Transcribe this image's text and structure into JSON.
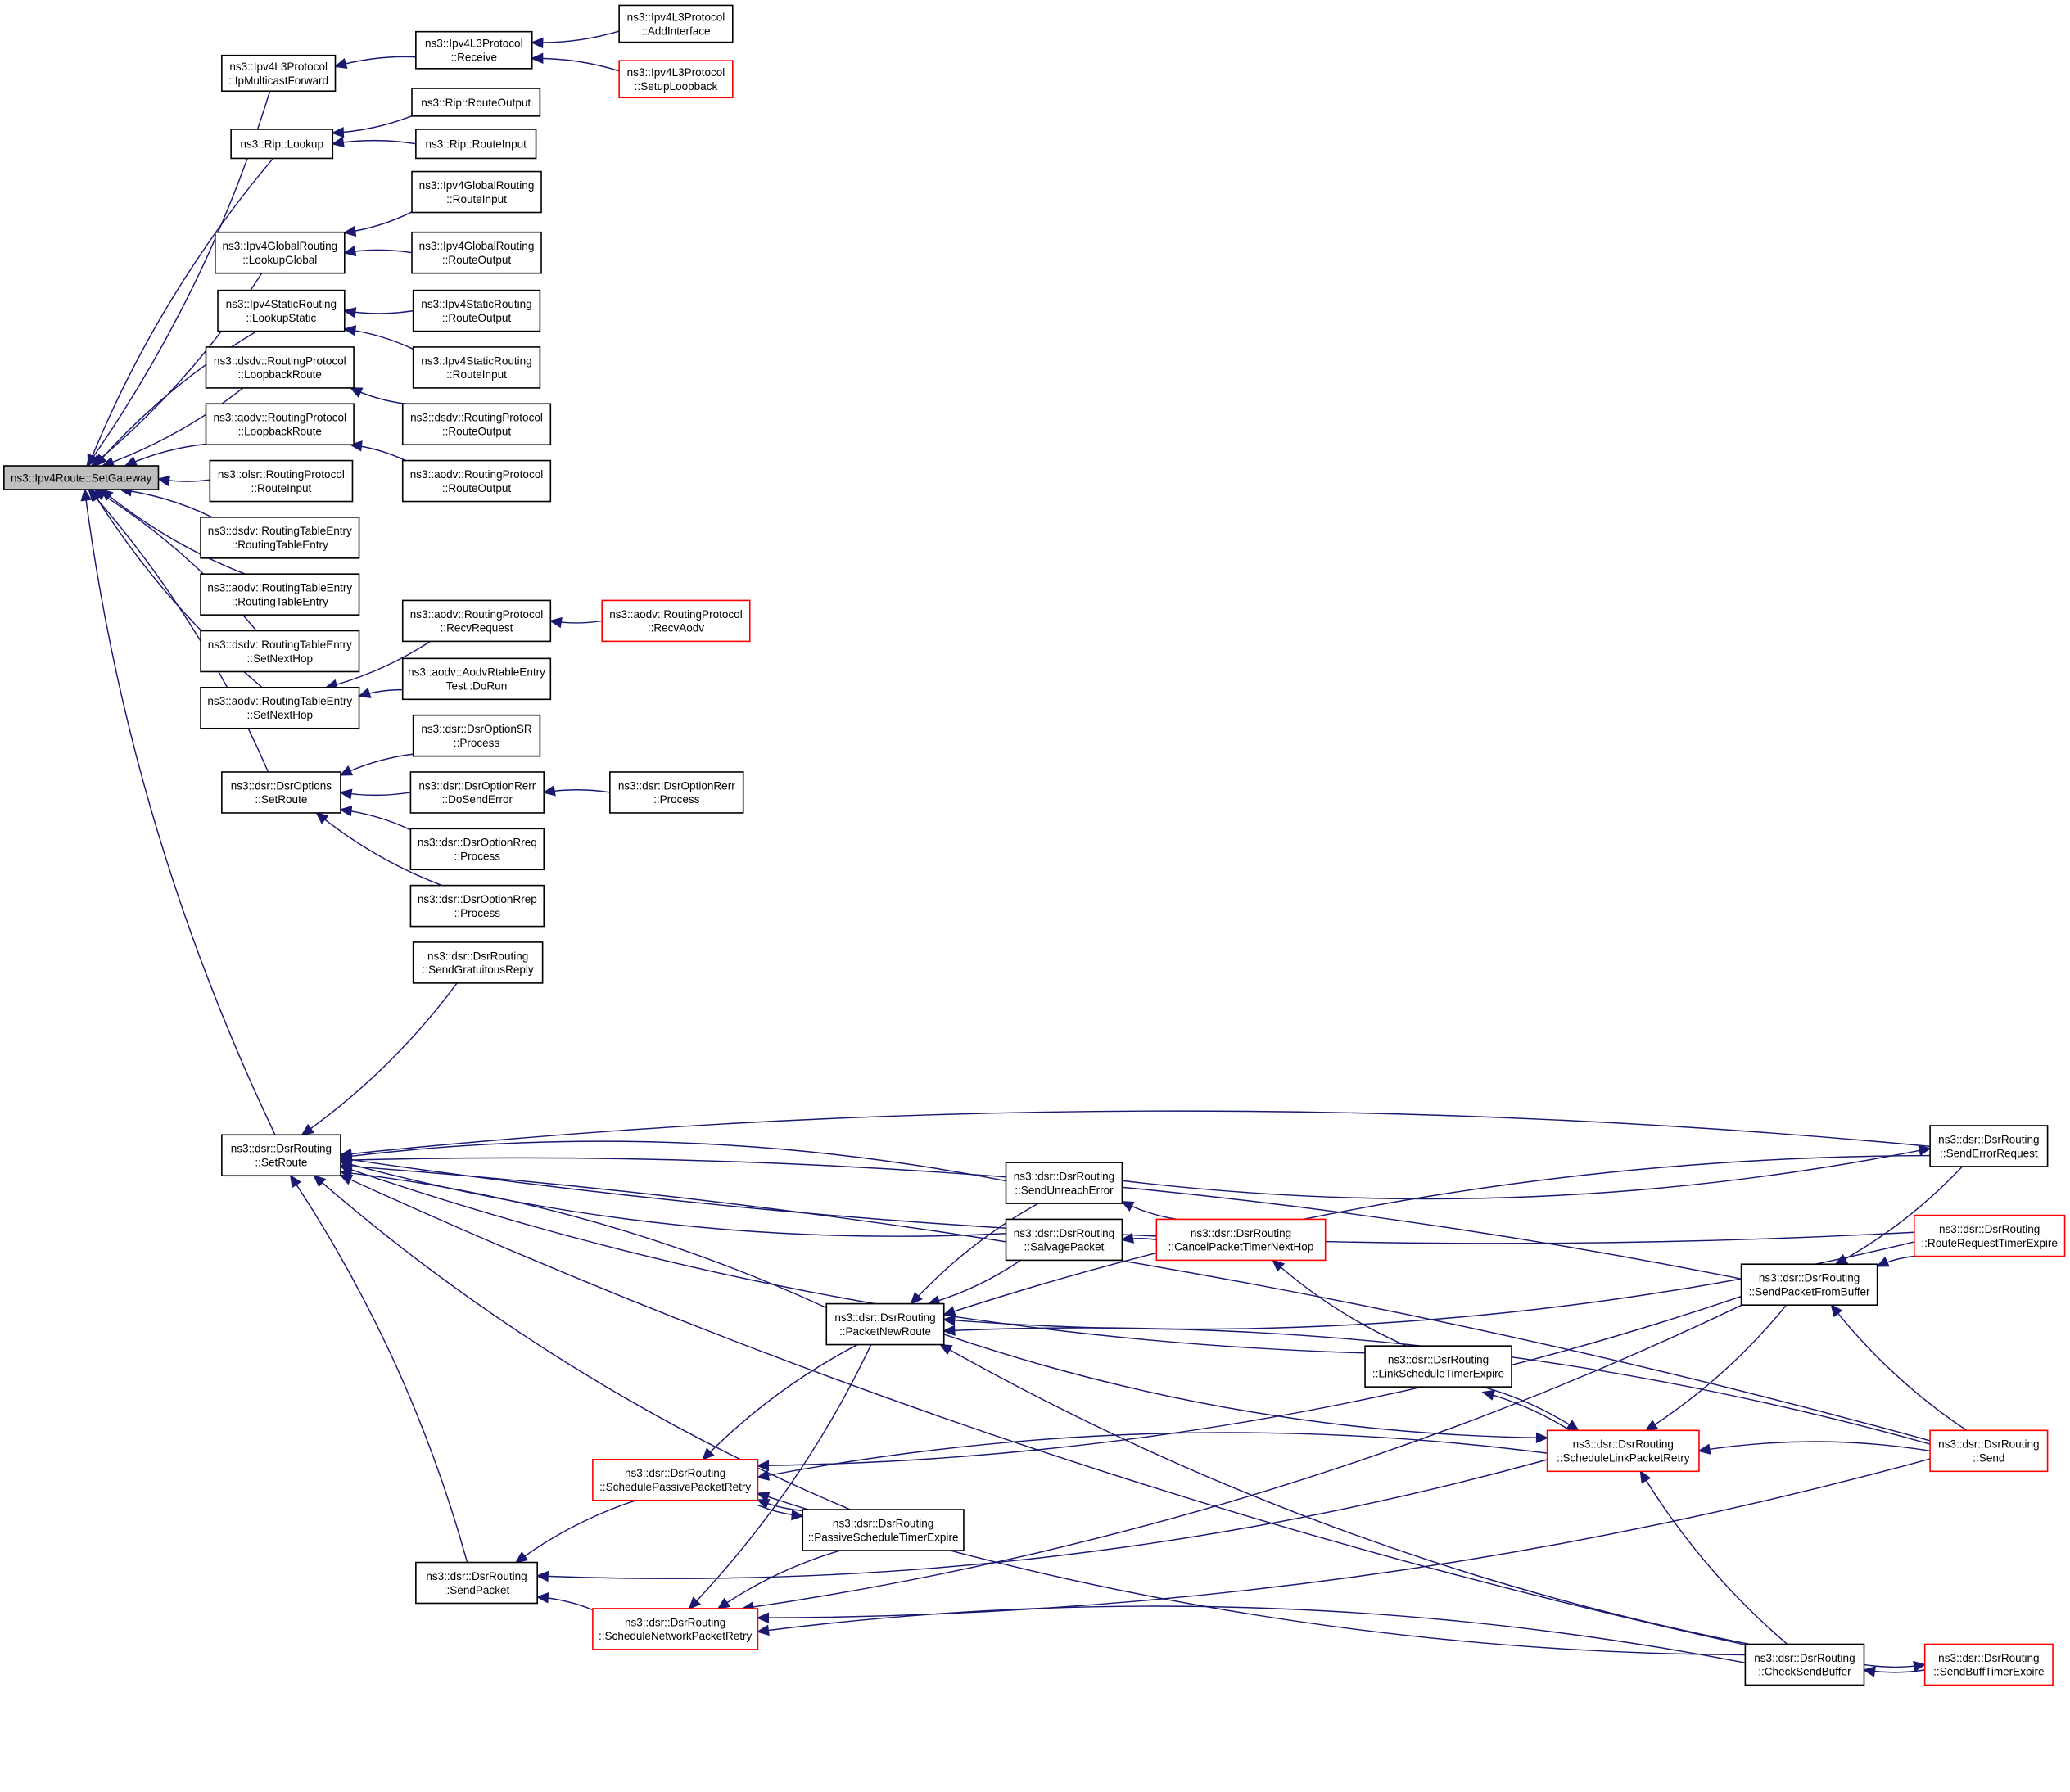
{
  "title": "Caller graph of ns3::Ipv4Route::SetGateway",
  "colors": {
    "edge": "#191970",
    "node_border": "#000000",
    "truncated_border": "#ff0000",
    "focus_fill": "#bfbfbf",
    "node_fill": "#ffffff"
  },
  "nodes": [
    {
      "id": "setgateway",
      "lines": [
        "ns3::Ipv4Route::SetGateway"
      ],
      "style": "focus"
    },
    {
      "id": "ipmulticastforward",
      "lines": [
        "ns3::Ipv4L3Protocol",
        "::IpMulticastForward"
      ],
      "style": "normal"
    },
    {
      "id": "receive",
      "lines": [
        "ns3::Ipv4L3Protocol",
        "::Receive"
      ],
      "style": "normal"
    },
    {
      "id": "addinterface",
      "lines": [
        "ns3::Ipv4L3Protocol",
        "::AddInterface"
      ],
      "style": "normal"
    },
    {
      "id": "setuploopback",
      "lines": [
        "ns3::Ipv4L3Protocol",
        "::SetupLoopback"
      ],
      "style": "truncated"
    },
    {
      "id": "rip-lookup",
      "lines": [
        "ns3::Rip::Lookup"
      ],
      "style": "normal"
    },
    {
      "id": "rip-routeoutput",
      "lines": [
        "ns3::Rip::RouteOutput"
      ],
      "style": "normal"
    },
    {
      "id": "rip-routeinput",
      "lines": [
        "ns3::Rip::RouteInput"
      ],
      "style": "normal"
    },
    {
      "id": "global-routeinput",
      "lines": [
        "ns3::Ipv4GlobalRouting",
        "::RouteInput"
      ],
      "style": "normal"
    },
    {
      "id": "lookupglobal",
      "lines": [
        "ns3::Ipv4GlobalRouting",
        "::LookupGlobal"
      ],
      "style": "normal"
    },
    {
      "id": "global-routeoutput",
      "lines": [
        "ns3::Ipv4GlobalRouting",
        "::RouteOutput"
      ],
      "style": "normal"
    },
    {
      "id": "lookupstatic",
      "lines": [
        "ns3::Ipv4StaticRouting",
        "::LookupStatic"
      ],
      "style": "normal"
    },
    {
      "id": "static-routeoutput",
      "lines": [
        "ns3::Ipv4StaticRouting",
        "::RouteOutput"
      ],
      "style": "normal"
    },
    {
      "id": "static-routeinput",
      "lines": [
        "ns3::Ipv4StaticRouting",
        "::RouteInput"
      ],
      "style": "normal"
    },
    {
      "id": "dsdv-loopbackroute",
      "lines": [
        "ns3::dsdv::RoutingProtocol",
        "::LoopbackRoute"
      ],
      "style": "normal"
    },
    {
      "id": "dsdv-routeoutput",
      "lines": [
        "ns3::dsdv::RoutingProtocol",
        "::RouteOutput"
      ],
      "style": "normal"
    },
    {
      "id": "aodv-loopbackroute",
      "lines": [
        "ns3::aodv::RoutingProtocol",
        "::LoopbackRoute"
      ],
      "style": "normal"
    },
    {
      "id": "aodv-routeoutput",
      "lines": [
        "ns3::aodv::RoutingProtocol",
        "::RouteOutput"
      ],
      "style": "normal"
    },
    {
      "id": "olsr-routeinput",
      "lines": [
        "ns3::olsr::RoutingProtocol",
        "::RouteInput"
      ],
      "style": "normal"
    },
    {
      "id": "dsdv-rte-ctor",
      "lines": [
        "ns3::dsdv::RoutingTableEntry",
        "::RoutingTableEntry"
      ],
      "style": "normal"
    },
    {
      "id": "aodv-rte-ctor",
      "lines": [
        "ns3::aodv::RoutingTableEntry",
        "::RoutingTableEntry"
      ],
      "style": "normal"
    },
    {
      "id": "dsdv-setnexthop",
      "lines": [
        "ns3::dsdv::RoutingTableEntry",
        "::SetNextHop"
      ],
      "style": "normal"
    },
    {
      "id": "aodv-setnexthop",
      "lines": [
        "ns3::aodv::RoutingTableEntry",
        "::SetNextHop"
      ],
      "style": "normal"
    },
    {
      "id": "recvrequest",
      "lines": [
        "ns3::aodv::RoutingProtocol",
        "::RecvRequest"
      ],
      "style": "normal"
    },
    {
      "id": "recvaodv",
      "lines": [
        "ns3::aodv::RoutingProtocol",
        "::RecvAodv"
      ],
      "style": "truncated"
    },
    {
      "id": "aodvrtableentrytest",
      "lines": [
        "ns3::aodv::AodvRtableEntry",
        "Test::DoRun"
      ],
      "style": "normal"
    },
    {
      "id": "dsroptionsr-process",
      "lines": [
        "ns3::dsr::DsrOptionSR",
        "::Process"
      ],
      "style": "normal"
    },
    {
      "id": "dsroptions-setroute",
      "lines": [
        "ns3::dsr::DsrOptions",
        "::SetRoute"
      ],
      "style": "normal"
    },
    {
      "id": "dosenderror",
      "lines": [
        "ns3::dsr::DsrOptionRerr",
        "::DoSendError"
      ],
      "style": "normal"
    },
    {
      "id": "dsroptionrerr-process",
      "lines": [
        "ns3::dsr::DsrOptionRerr",
        "::Process"
      ],
      "style": "normal"
    },
    {
      "id": "dsroptionrreq-process",
      "lines": [
        "ns3::dsr::DsrOptionRreq",
        "::Process"
      ],
      "style": "normal"
    },
    {
      "id": "dsroptionrrep-process",
      "lines": [
        "ns3::dsr::DsrOptionRrep",
        "::Process"
      ],
      "style": "normal"
    },
    {
      "id": "sendgratuitousreply",
      "lines": [
        "ns3::dsr::DsrRouting",
        "::SendGratuitousReply"
      ],
      "style": "normal"
    },
    {
      "id": "dsrrouting-setroute",
      "lines": [
        "ns3::dsr::DsrRouting",
        "::SetRoute"
      ],
      "style": "normal"
    },
    {
      "id": "sendunreacherror",
      "lines": [
        "ns3::dsr::DsrRouting",
        "::SendUnreachError"
      ],
      "style": "normal"
    },
    {
      "id": "salvagepacket",
      "lines": [
        "ns3::dsr::DsrRouting",
        "::SalvagePacket"
      ],
      "style": "normal"
    },
    {
      "id": "cancelpackettimernexthop",
      "lines": [
        "ns3::dsr::DsrRouting",
        "::CancelPacketTimerNextHop"
      ],
      "style": "truncated"
    },
    {
      "id": "packetnewroute",
      "lines": [
        "ns3::dsr::DsrRouting",
        "::PacketNewRoute"
      ],
      "style": "normal"
    },
    {
      "id": "senderrorrequest",
      "lines": [
        "ns3::dsr::DsrRouting",
        "::SendErrorRequest"
      ],
      "style": "normal"
    },
    {
      "id": "routerequesttimerexpire",
      "lines": [
        "ns3::dsr::DsrRouting",
        "::RouteRequestTimerExpire"
      ],
      "style": "truncated"
    },
    {
      "id": "sendpacketfrombuffer",
      "lines": [
        "ns3::dsr::DsrRouting",
        "::SendPacketFromBuffer"
      ],
      "style": "normal"
    },
    {
      "id": "linkscheduletimerexpire",
      "lines": [
        "ns3::dsr::DsrRouting",
        "::LinkScheduleTimerExpire"
      ],
      "style": "normal"
    },
    {
      "id": "schedulelinkpacketretry",
      "lines": [
        "ns3::dsr::DsrRouting",
        "::ScheduleLinkPacketRetry"
      ],
      "style": "truncated"
    },
    {
      "id": "send",
      "lines": [
        "ns3::dsr::DsrRouting",
        "::Send"
      ],
      "style": "truncated"
    },
    {
      "id": "schedulepassivepacketretry",
      "lines": [
        "ns3::dsr::DsrRouting",
        "::SchedulePassivePacketRetry"
      ],
      "style": "truncated"
    },
    {
      "id": "passivescheduletimerexpire",
      "lines": [
        "ns3::dsr::DsrRouting",
        "::PassiveScheduleTimerExpire"
      ],
      "style": "normal"
    },
    {
      "id": "sendpacket",
      "lines": [
        "ns3::dsr::DsrRouting",
        "::SendPacket"
      ],
      "style": "normal"
    },
    {
      "id": "schedulenetworkpacketretry",
      "lines": [
        "ns3::dsr::DsrRouting",
        "::ScheduleNetworkPacketRetry"
      ],
      "style": "truncated"
    },
    {
      "id": "checksendbuffer",
      "lines": [
        "ns3::dsr::DsrRouting",
        "::CheckSendBuffer"
      ],
      "style": "normal"
    },
    {
      "id": "sendbufftimerexpire",
      "lines": [
        "ns3::dsr::DsrRouting",
        "::SendBuffTimerExpire"
      ],
      "style": "truncated"
    }
  ],
  "edges": [
    {
      "from": "ipmulticastforward",
      "to": "setgateway"
    },
    {
      "from": "rip-lookup",
      "to": "setgateway"
    },
    {
      "from": "lookupglobal",
      "to": "setgateway"
    },
    {
      "from": "lookupstatic",
      "to": "setgateway"
    },
    {
      "from": "dsdv-loopbackroute",
      "to": "setgateway"
    },
    {
      "from": "aodv-loopbackroute",
      "to": "setgateway"
    },
    {
      "from": "olsr-routeinput",
      "to": "setgateway"
    },
    {
      "from": "dsdv-rte-ctor",
      "to": "setgateway"
    },
    {
      "from": "aodv-rte-ctor",
      "to": "setgateway"
    },
    {
      "from": "dsdv-setnexthop",
      "to": "setgateway"
    },
    {
      "from": "aodv-setnexthop",
      "to": "setgateway"
    },
    {
      "from": "dsroptions-setroute",
      "to": "setgateway"
    },
    {
      "from": "dsrrouting-setroute",
      "to": "setgateway"
    },
    {
      "from": "receive",
      "to": "ipmulticastforward"
    },
    {
      "from": "addinterface",
      "to": "receive"
    },
    {
      "from": "setuploopback",
      "to": "receive"
    },
    {
      "from": "rip-routeoutput",
      "to": "rip-lookup"
    },
    {
      "from": "rip-routeinput",
      "to": "rip-lookup"
    },
    {
      "from": "global-routeinput",
      "to": "lookupglobal"
    },
    {
      "from": "global-routeoutput",
      "to": "lookupglobal"
    },
    {
      "from": "static-routeoutput",
      "to": "lookupstatic"
    },
    {
      "from": "static-routeinput",
      "to": "lookupstatic"
    },
    {
      "from": "dsdv-routeoutput",
      "to": "dsdv-loopbackroute"
    },
    {
      "from": "aodv-routeoutput",
      "to": "aodv-loopbackroute"
    },
    {
      "from": "recvrequest",
      "to": "aodv-setnexthop"
    },
    {
      "from": "aodvrtableentrytest",
      "to": "aodv-setnexthop"
    },
    {
      "from": "recvaodv",
      "to": "recvrequest"
    },
    {
      "from": "dsroptionsr-process",
      "to": "dsroptions-setroute"
    },
    {
      "from": "dosenderror",
      "to": "dsroptions-setroute"
    },
    {
      "from": "dsroptionrreq-process",
      "to": "dsroptions-setroute"
    },
    {
      "from": "dsroptionrrep-process",
      "to": "dsroptions-setroute"
    },
    {
      "from": "dsroptionrerr-process",
      "to": "dosenderror"
    },
    {
      "from": "sendgratuitousreply",
      "to": "dsrrouting-setroute"
    },
    {
      "from": "senderrorrequest",
      "to": "dsrrouting-setroute"
    },
    {
      "from": "routerequesttimerexpire",
      "to": "dsrrouting-setroute"
    },
    {
      "from": "sendpacketfrombuffer",
      "to": "dsrrouting-setroute"
    },
    {
      "from": "linkscheduletimerexpire",
      "to": "dsrrouting-setroute"
    },
    {
      "from": "sendunreacherror",
      "to": "dsrrouting-setroute"
    },
    {
      "from": "salvagepacket",
      "to": "dsrrouting-setroute"
    },
    {
      "from": "packetnewroute",
      "to": "dsrrouting-setroute"
    },
    {
      "from": "passivescheduletimerexpire",
      "to": "dsrrouting-setroute"
    },
    {
      "from": "sendpacket",
      "to": "dsrrouting-setroute"
    },
    {
      "from": "checksendbuffer",
      "to": "dsrrouting-setroute"
    },
    {
      "from": "send",
      "to": "dsrrouting-setroute"
    },
    {
      "from": "cancelpackettimernexthop",
      "to": "sendunreacherror"
    },
    {
      "from": "cancelpackettimernexthop",
      "to": "salvagepacket"
    },
    {
      "from": "linkscheduletimerexpire",
      "to": "cancelpackettimernexthop"
    },
    {
      "from": "sendunreacherror",
      "to": "packetnewroute"
    },
    {
      "from": "salvagepacket",
      "to": "packetnewroute"
    },
    {
      "from": "senderrorrequest",
      "to": "packetnewroute"
    },
    {
      "from": "routerequesttimerexpire",
      "to": "packetnewroute"
    },
    {
      "from": "send",
      "to": "packetnewroute"
    },
    {
      "from": "checksendbuffer",
      "to": "packetnewroute"
    },
    {
      "from": "sendunreacherror",
      "to": "senderrorrequest"
    },
    {
      "from": "senderrorrequest",
      "to": "sendpacketfrombuffer"
    },
    {
      "from": "routerequesttimerexpire",
      "to": "sendpacketfrombuffer"
    },
    {
      "from": "send",
      "to": "sendpacketfrombuffer"
    },
    {
      "from": "packetnewroute",
      "to": "schedulelinkpacketretry"
    },
    {
      "from": "linkscheduletimerexpire",
      "to": "schedulelinkpacketretry"
    },
    {
      "from": "schedulelinkpacketretry",
      "to": "linkscheduletimerexpire"
    },
    {
      "from": "sendpacketfrombuffer",
      "to": "schedulelinkpacketretry"
    },
    {
      "from": "send",
      "to": "schedulelinkpacketretry"
    },
    {
      "from": "checksendbuffer",
      "to": "schedulelinkpacketretry"
    },
    {
      "from": "packetnewroute",
      "to": "schedulepassivepacketretry"
    },
    {
      "from": "sendpacketfrombuffer",
      "to": "schedulepassivepacketretry"
    },
    {
      "from": "schedulelinkpacketretry",
      "to": "schedulepassivepacketretry"
    },
    {
      "from": "passivescheduletimerexpire",
      "to": "schedulepassivepacketretry"
    },
    {
      "from": "schedulepassivepacketretry",
      "to": "passivescheduletimerexpire"
    },
    {
      "from": "checksendbuffer",
      "to": "schedulepassivepacketretry"
    },
    {
      "from": "schedulepassivepacketretry",
      "to": "sendpacket"
    },
    {
      "from": "schedulelinkpacketretry",
      "to": "sendpacket"
    },
    {
      "from": "schedulenetworkpacketretry",
      "to": "sendpacket"
    },
    {
      "from": "packetnewroute",
      "to": "schedulenetworkpacketretry"
    },
    {
      "from": "passivescheduletimerexpire",
      "to": "schedulenetworkpacketretry"
    },
    {
      "from": "sendpacketfrombuffer",
      "to": "schedulenetworkpacketretry"
    },
    {
      "from": "checksendbuffer",
      "to": "schedulenetworkpacketretry"
    },
    {
      "from": "send",
      "to": "schedulenetworkpacketretry"
    },
    {
      "from": "checksendbuffer",
      "to": "sendbufftimerexpire"
    },
    {
      "from": "sendbufftimerexpire",
      "to": "checksendbuffer"
    }
  ]
}
